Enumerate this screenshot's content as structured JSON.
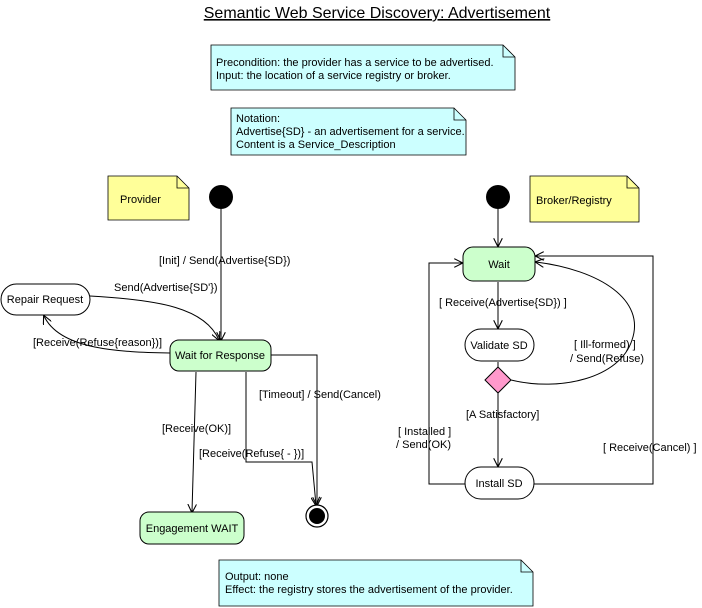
{
  "title": "Semantic Web Service Discovery: Advertisement",
  "notes": {
    "precondition": {
      "line1": "Precondition: the provider has a service to be advertised.",
      "line2": "Input: the location of a service registry or broker."
    },
    "notation": {
      "line1": "Notation:",
      "line2": "Advertise{SD} - an advertisement for a service.",
      "line3": "Content is a Service_Description"
    },
    "provider": "Provider",
    "broker": "Broker/Registry",
    "output": {
      "line1": "Output: none",
      "line2": "Effect: the registry stores the advertisement of the provider."
    }
  },
  "states": {
    "repair_request": "Repair Request",
    "wait_for_response": "Wait for Response",
    "engagement_wait": "Engagement WAIT",
    "wait": "Wait",
    "validate_sd": "Validate SD",
    "install_sd": "Install SD"
  },
  "transitions": {
    "init": "[Init] / Send(Advertise{SD})",
    "send_advertise_prime": "Send(Advertise{SD'})",
    "receive_refuse_reason": "[Receive(Refuse{reason})]",
    "timeout": "[Timeout] / Send(Cancel)",
    "receive_ok": "[Receive(OK)]",
    "receive_refuse_empty": "[Receive(Refuse{ - })]",
    "receive_advertise": "[ Receive(Advertise{SD}) ]",
    "ill_formed_1": "[ Ill-formed) ]",
    "ill_formed_2": "/ Send(Refuse)",
    "a_satisfactory": "[A Satisfactory]",
    "installed_1": "[ Installed ]",
    "installed_2": "/ Send(OK)",
    "receive_cancel": "[ Receive(Cancel) ]"
  },
  "colors": {
    "note_cyan": "#ccffff",
    "note_yellow": "#ffff99",
    "state_green": "#ccffcc",
    "state_white": "#ffffff",
    "decision_pink": "#ff99cc"
  }
}
